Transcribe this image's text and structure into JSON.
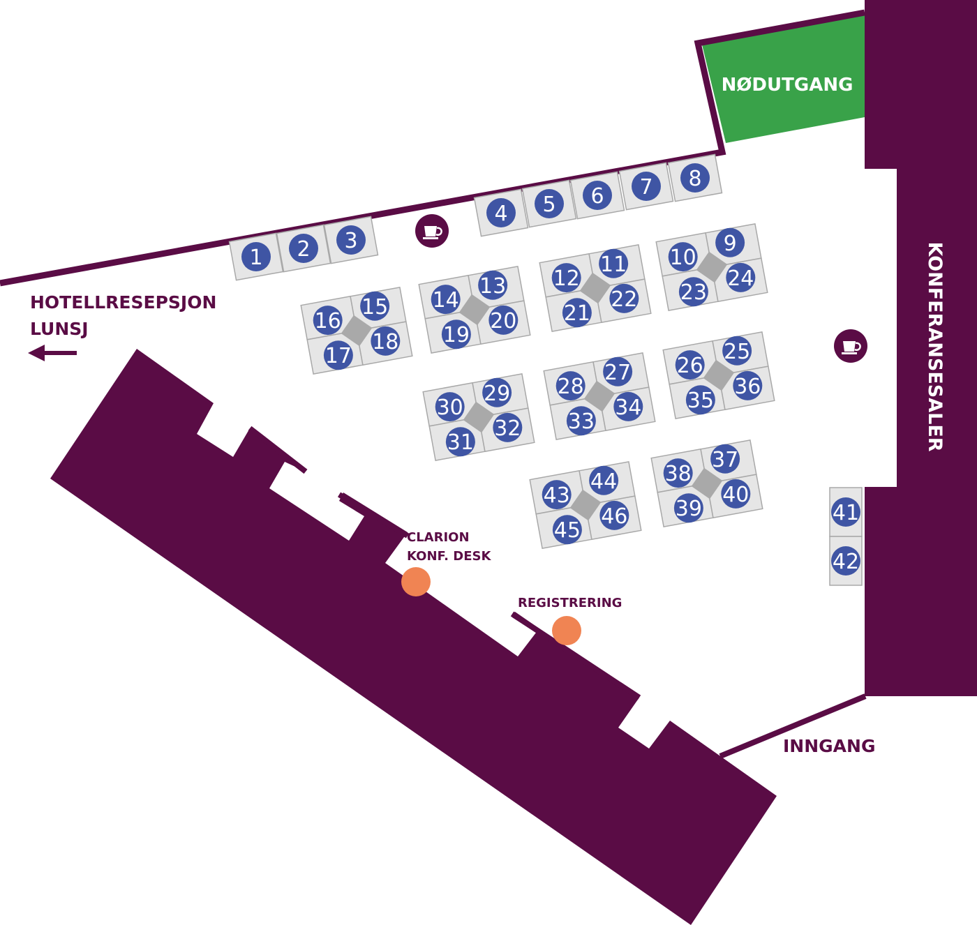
{
  "labels": {
    "emergency_exit": "NØDUTGANG",
    "hotel_reception": "HOTELLRESEPSJON",
    "lunch": "LUNSJ",
    "conference_rooms": "KONFERANSESALER",
    "clarion_line1": "CLARION",
    "clarion_line2": "KONF. DESK",
    "registration": "REGISTRERING",
    "entrance": "INNGANG"
  },
  "colors": {
    "wall": "#5a0c45",
    "booth": "#e6e6e6",
    "booth_border": "#a8a8a8",
    "booth_number": "#3f55a4",
    "emergency": "#39a249",
    "marker": "#f08453",
    "center_diamond": "#a9a9a9"
  },
  "booths": [
    "1",
    "2",
    "3",
    "4",
    "5",
    "6",
    "7",
    "8",
    "9",
    "10",
    "11",
    "12",
    "13",
    "14",
    "15",
    "16",
    "17",
    "18",
    "19",
    "20",
    "21",
    "22",
    "23",
    "24",
    "25",
    "26",
    "27",
    "28",
    "29",
    "30",
    "31",
    "32",
    "33",
    "34",
    "35",
    "36",
    "37",
    "38",
    "39",
    "40",
    "41",
    "42",
    "43",
    "44",
    "45",
    "46"
  ],
  "icons": {
    "coffee": "coffee-cup-icon",
    "arrow": "arrow-left-icon"
  }
}
